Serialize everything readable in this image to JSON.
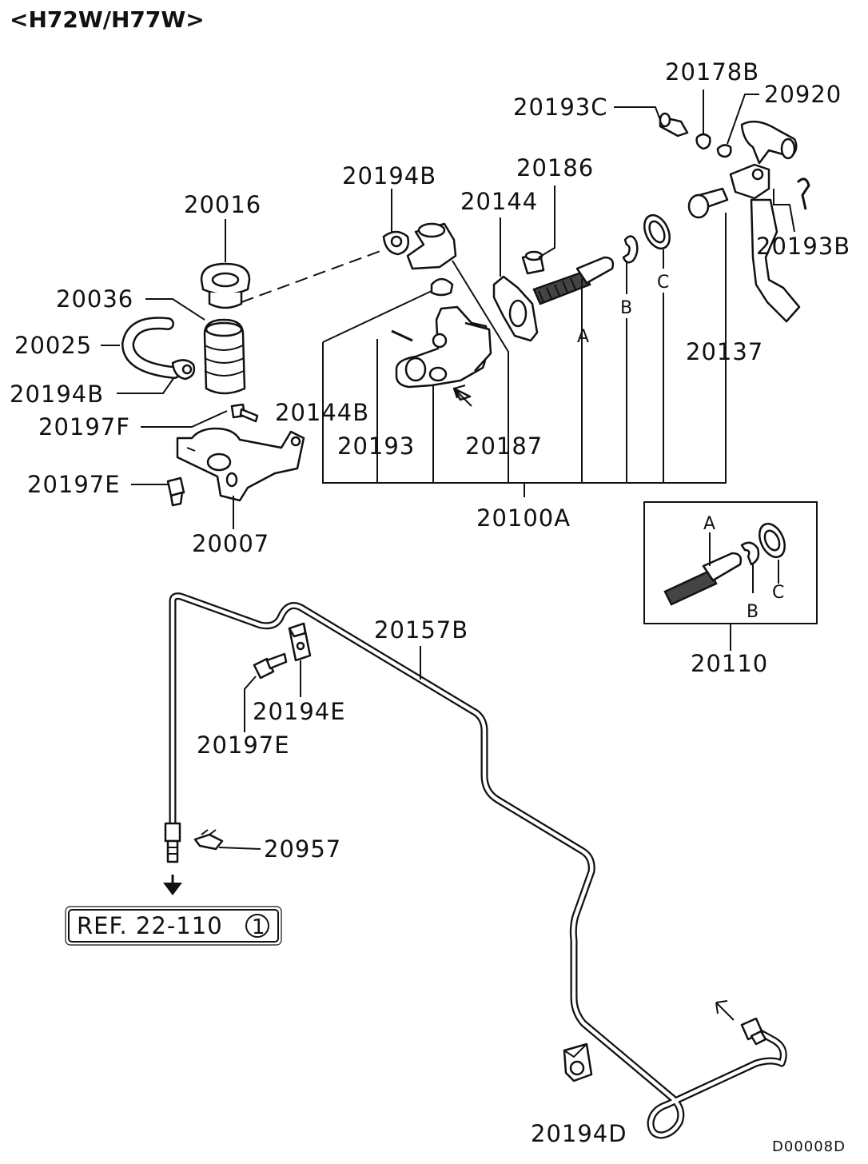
{
  "header": {
    "title": "<H72W/H77W>"
  },
  "labels": {
    "p20178B": "20178B",
    "p20920": "20920",
    "p20193C": "20193C",
    "p20194B_top": "20194B",
    "p20186": "20186",
    "p20016": "20016",
    "p20144": "20144",
    "p20193B": "20193B",
    "p20036": "20036",
    "p20025": "20025",
    "p20137": "20137",
    "p20194B_left": "20194B",
    "p20144B": "20144B",
    "p20197F": "20197F",
    "p20193": "20193",
    "p20187": "20187",
    "p20197E_top": "20197E",
    "p20100A": "20100A",
    "p20007": "20007",
    "p20110": "20110",
    "p20157B": "20157B",
    "p20194E": "20194E",
    "p20197E_bottom": "20197E",
    "p20957": "20957",
    "p20194D": "20194D"
  },
  "letters": {
    "a": "A",
    "b": "B",
    "c": "C"
  },
  "reference": {
    "text": "REF. 22-110",
    "circled": "1"
  },
  "footer": {
    "code": "D00008D"
  }
}
